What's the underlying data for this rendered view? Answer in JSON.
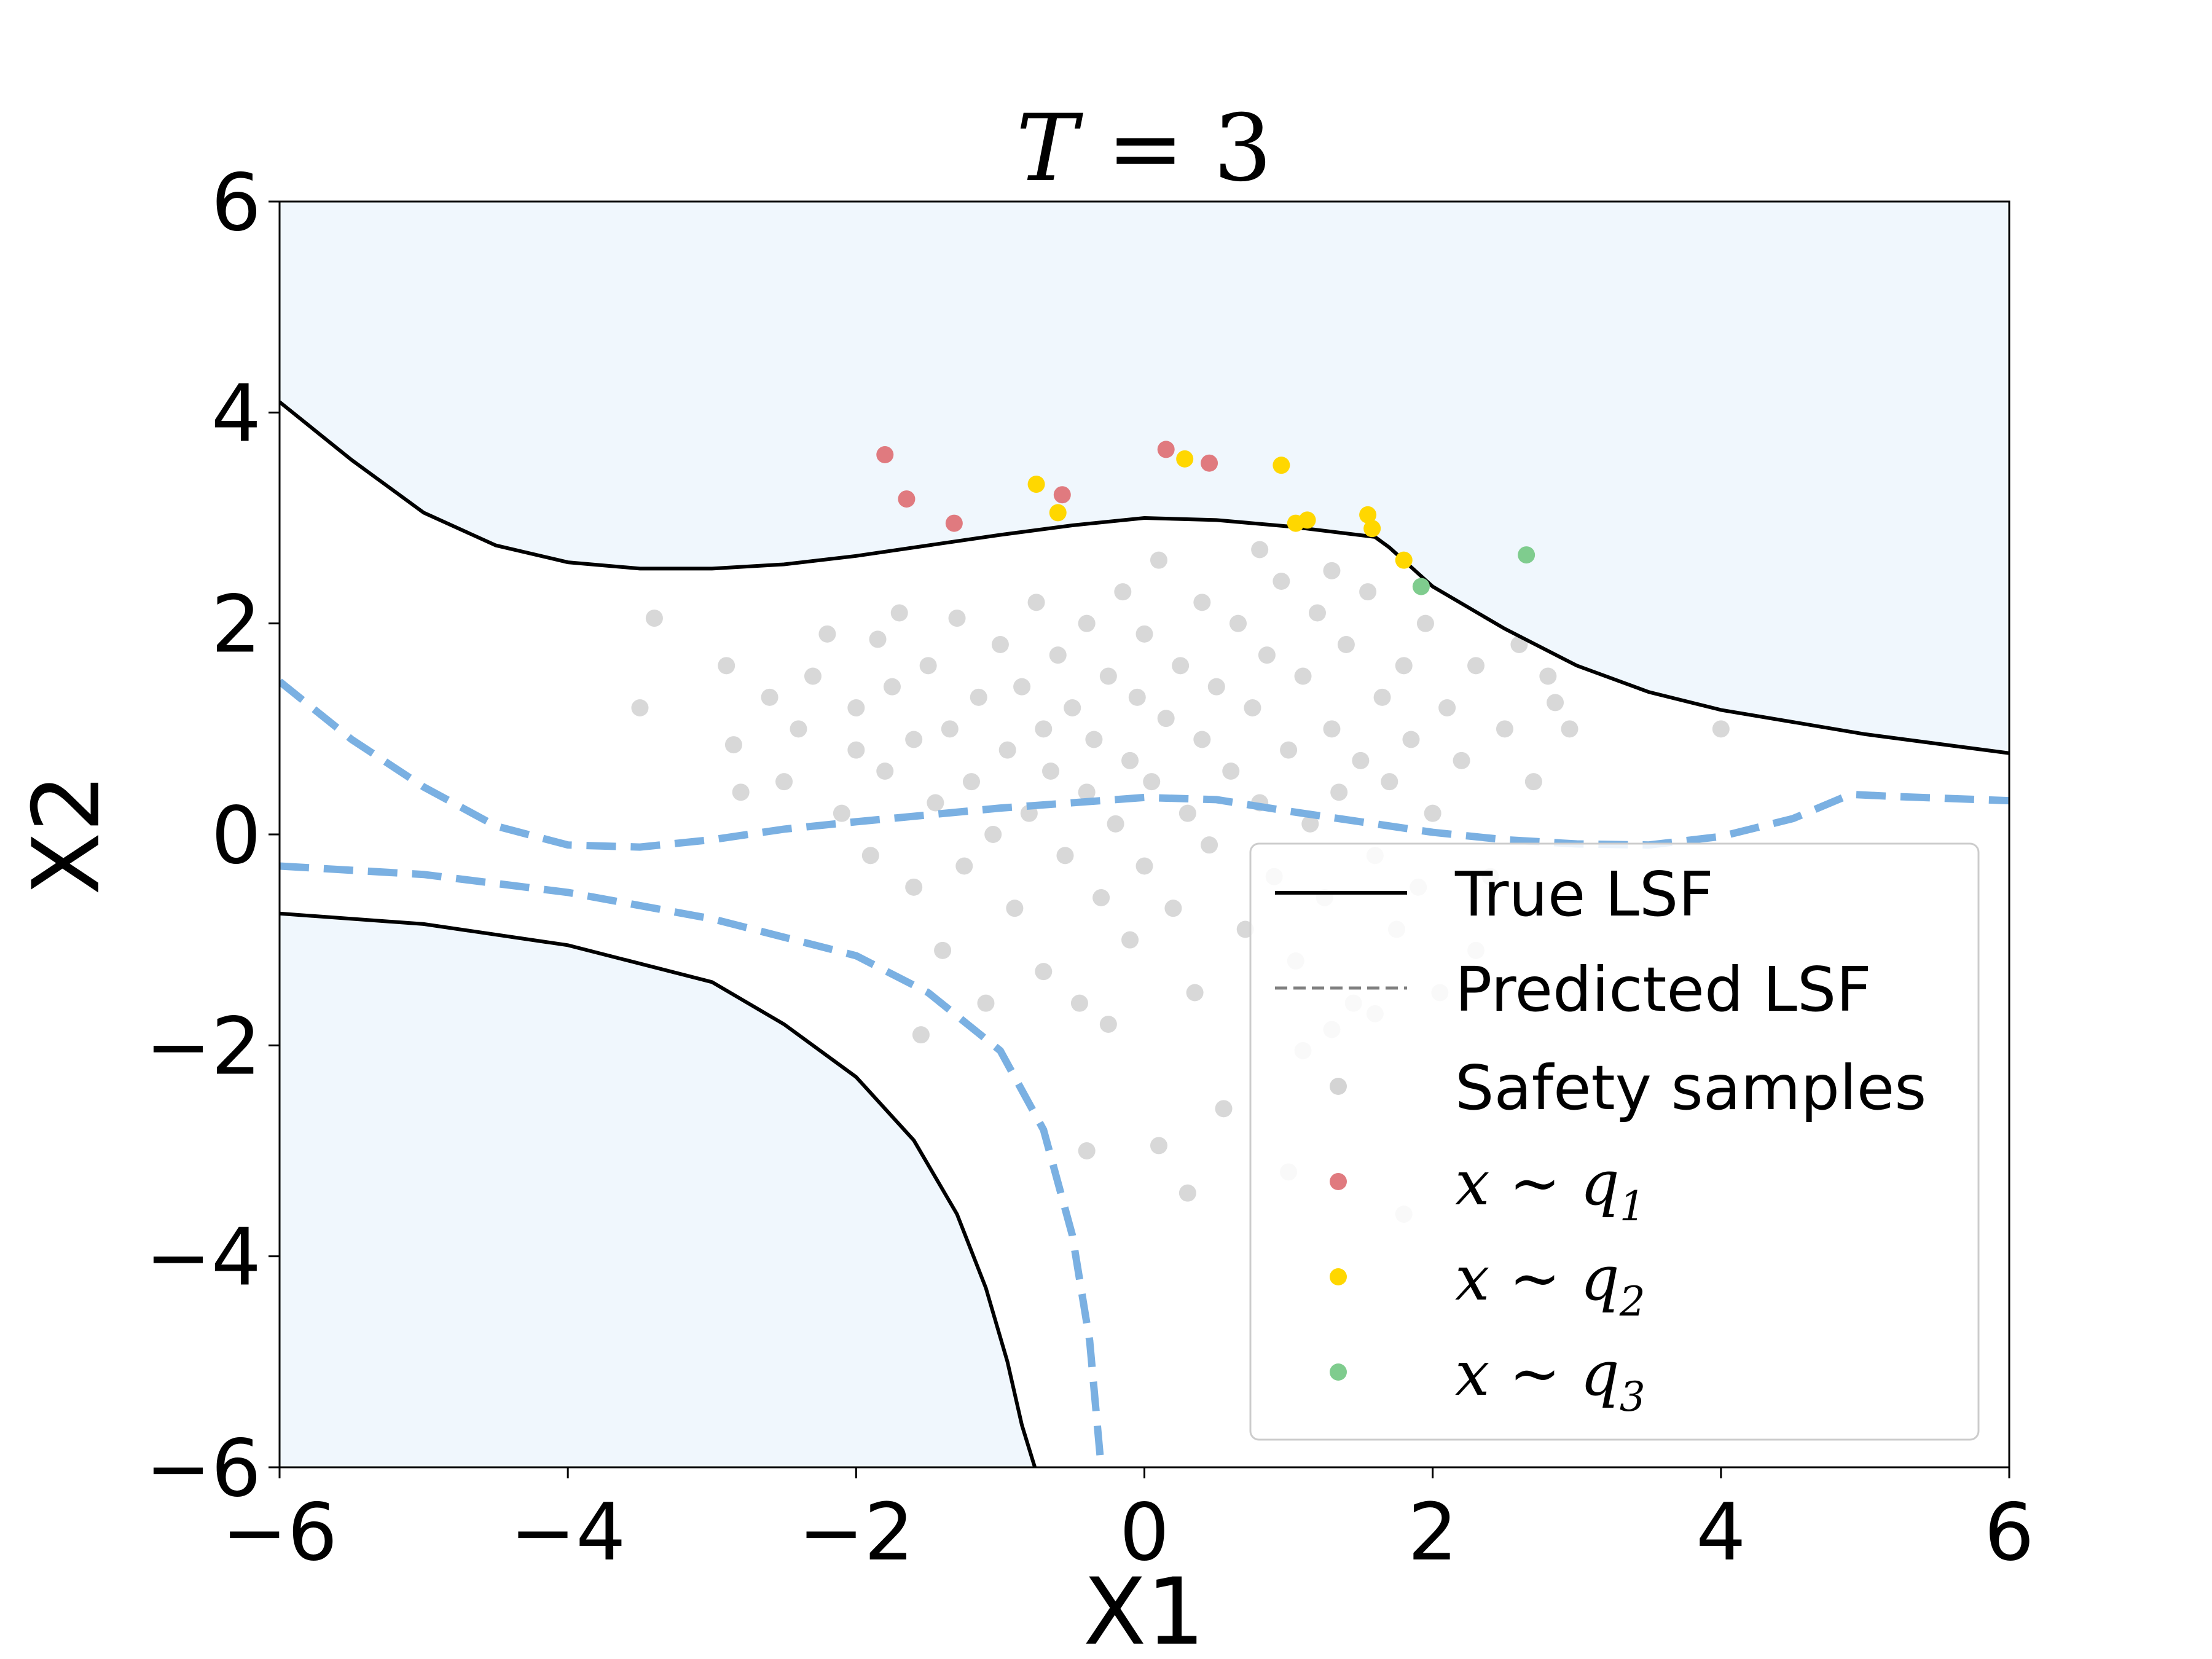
{
  "chart_data": {
    "type": "scatter",
    "title": "T = 3",
    "xlabel": "X1",
    "ylabel": "X2",
    "xlim": [
      -6,
      6
    ],
    "ylim": [
      -6,
      6
    ],
    "xticks": [
      -6,
      -4,
      -2,
      0,
      2,
      4,
      6
    ],
    "yticks": [
      -6,
      -4,
      -2,
      0,
      2,
      4,
      6
    ],
    "xtick_labels": [
      "−6",
      "−4",
      "−2",
      "0",
      "2",
      "4",
      "6"
    ],
    "ytick_labels": [
      "−6",
      "−4",
      "−2",
      "0",
      "2",
      "4",
      "6"
    ],
    "grid": false,
    "legend_position": "lower-right",
    "failure_region_color": "#f0f7fd",
    "series": [
      {
        "name": "True LSF",
        "kind": "line",
        "style": "solid",
        "color": "#000000",
        "segments": [
          [
            [
              -6.0,
              4.1
            ],
            [
              -5.5,
              3.55
            ],
            [
              -5.0,
              3.05
            ],
            [
              -4.5,
              2.74
            ],
            [
              -4.0,
              2.58
            ],
            [
              -3.5,
              2.52
            ],
            [
              -3.0,
              2.52
            ],
            [
              -2.5,
              2.56
            ],
            [
              -2.0,
              2.64
            ],
            [
              -1.5,
              2.74
            ],
            [
              -1.0,
              2.84
            ],
            [
              -0.5,
              2.93
            ],
            [
              0.0,
              3.0
            ],
            [
              0.5,
              2.98
            ],
            [
              1.0,
              2.92
            ],
            [
              1.6,
              2.82
            ],
            [
              1.7,
              2.72
            ],
            [
              2.0,
              2.35
            ],
            [
              2.5,
              1.95
            ],
            [
              3.0,
              1.6
            ],
            [
              3.5,
              1.35
            ],
            [
              4.0,
              1.18
            ],
            [
              5.0,
              0.95
            ],
            [
              6.0,
              0.77
            ]
          ],
          [
            [
              -6.0,
              -0.75
            ],
            [
              -5.0,
              -0.85
            ],
            [
              -4.0,
              -1.05
            ],
            [
              -3.0,
              -1.4
            ],
            [
              -2.5,
              -1.8
            ],
            [
              -2.0,
              -2.3
            ],
            [
              -1.6,
              -2.9
            ],
            [
              -1.3,
              -3.6
            ],
            [
              -1.1,
              -4.3
            ],
            [
              -0.95,
              -5.0
            ],
            [
              -0.85,
              -5.6
            ],
            [
              -0.76,
              -6.0
            ]
          ]
        ]
      },
      {
        "name": "Predicted LSF",
        "kind": "line",
        "style": "dashed",
        "color": "#7ab0e2",
        "legend_color": "#808080",
        "segments": [
          [
            [
              -6.0,
              1.45
            ],
            [
              -5.5,
              0.9
            ],
            [
              -5.0,
              0.45
            ],
            [
              -4.5,
              0.08
            ],
            [
              -4.0,
              -0.1
            ],
            [
              -3.5,
              -0.12
            ],
            [
              -3.0,
              -0.05
            ],
            [
              -2.5,
              0.05
            ],
            [
              -2.0,
              0.12
            ],
            [
              -1.0,
              0.25
            ],
            [
              0.0,
              0.35
            ],
            [
              0.5,
              0.33
            ],
            [
              1.0,
              0.22
            ],
            [
              1.5,
              0.12
            ],
            [
              2.0,
              0.02
            ],
            [
              2.5,
              -0.05
            ],
            [
              3.0,
              -0.09
            ],
            [
              3.5,
              -0.1
            ],
            [
              4.0,
              -0.02
            ],
            [
              4.5,
              0.15
            ],
            [
              4.9,
              0.38
            ],
            [
              5.2,
              0.36
            ],
            [
              6.0,
              0.32
            ]
          ],
          [
            [
              -6.0,
              -0.3
            ],
            [
              -5.0,
              -0.38
            ],
            [
              -4.0,
              -0.55
            ],
            [
              -3.0,
              -0.8
            ],
            [
              -2.0,
              -1.15
            ],
            [
              -1.5,
              -1.5
            ],
            [
              -1.0,
              -2.05
            ],
            [
              -0.7,
              -2.8
            ],
            [
              -0.5,
              -3.8
            ],
            [
              -0.38,
              -4.8
            ],
            [
              -0.3,
              -6.0
            ]
          ]
        ]
      },
      {
        "name": "Safety samples",
        "kind": "scatter",
        "color": "#a9a9a9",
        "points": [
          [
            -3.4,
            2.05
          ],
          [
            -3.5,
            1.2
          ],
          [
            -2.9,
            1.6
          ],
          [
            -2.85,
            0.85
          ],
          [
            -2.8,
            0.4
          ],
          [
            -2.6,
            1.3
          ],
          [
            -2.5,
            0.5
          ],
          [
            -2.4,
            1.0
          ],
          [
            -2.3,
            1.5
          ],
          [
            -2.2,
            1.9
          ],
          [
            -2.1,
            0.2
          ],
          [
            -2.0,
            0.8
          ],
          [
            -2.0,
            1.2
          ],
          [
            -1.9,
            -0.2
          ],
          [
            -1.85,
            1.85
          ],
          [
            -1.8,
            0.6
          ],
          [
            -1.75,
            1.4
          ],
          [
            -1.7,
            2.1
          ],
          [
            -1.6,
            -0.5
          ],
          [
            -1.6,
            0.9
          ],
          [
            -1.55,
            -1.9
          ],
          [
            -1.5,
            1.6
          ],
          [
            -1.45,
            0.3
          ],
          [
            -1.4,
            -1.1
          ],
          [
            -1.35,
            1.0
          ],
          [
            -1.3,
            2.05
          ],
          [
            -1.25,
            -0.3
          ],
          [
            -1.2,
            0.5
          ],
          [
            -1.15,
            1.3
          ],
          [
            -1.1,
            -1.6
          ],
          [
            -1.05,
            0.0
          ],
          [
            -1.0,
            1.8
          ],
          [
            -0.95,
            0.8
          ],
          [
            -0.9,
            -0.7
          ],
          [
            -0.85,
            1.4
          ],
          [
            -0.8,
            0.2
          ],
          [
            -0.75,
            2.2
          ],
          [
            -0.7,
            -1.3
          ],
          [
            -0.7,
            1.0
          ],
          [
            -0.65,
            0.6
          ],
          [
            -0.6,
            1.7
          ],
          [
            -0.55,
            -0.2
          ],
          [
            -0.5,
            1.2
          ],
          [
            -0.45,
            -1.6
          ],
          [
            -0.4,
            0.4
          ],
          [
            -0.4,
            2.0
          ],
          [
            -0.35,
            0.9
          ],
          [
            -0.3,
            -0.6
          ],
          [
            -0.25,
            1.5
          ],
          [
            -0.2,
            0.1
          ],
          [
            -0.15,
            2.3
          ],
          [
            -0.1,
            -1.0
          ],
          [
            -0.1,
            0.7
          ],
          [
            -0.05,
            1.3
          ],
          [
            0.0,
            -0.3
          ],
          [
            0.0,
            1.9
          ],
          [
            0.05,
            0.5
          ],
          [
            0.1,
            -2.95
          ],
          [
            0.1,
            2.6
          ],
          [
            0.15,
            1.1
          ],
          [
            0.2,
            -0.7
          ],
          [
            0.25,
            1.6
          ],
          [
            0.3,
            0.2
          ],
          [
            0.35,
            -1.5
          ],
          [
            0.4,
            2.2
          ],
          [
            0.4,
            0.9
          ],
          [
            0.45,
            -0.1
          ],
          [
            0.5,
            1.4
          ],
          [
            0.55,
            -2.6
          ],
          [
            0.6,
            0.6
          ],
          [
            0.65,
            2.0
          ],
          [
            0.7,
            -0.9
          ],
          [
            0.75,
            1.2
          ],
          [
            0.8,
            0.3
          ],
          [
            0.85,
            1.7
          ],
          [
            0.9,
            -0.4
          ],
          [
            0.95,
            2.4
          ],
          [
            1.0,
            0.8
          ],
          [
            1.05,
            -1.2
          ],
          [
            1.1,
            1.5
          ],
          [
            1.15,
            0.1
          ],
          [
            1.2,
            2.1
          ],
          [
            1.25,
            -0.6
          ],
          [
            1.3,
            1.0
          ],
          [
            1.35,
            0.4
          ],
          [
            1.4,
            1.8
          ],
          [
            1.45,
            -1.6
          ],
          [
            1.5,
            0.7
          ],
          [
            1.55,
            2.3
          ],
          [
            1.6,
            -0.2
          ],
          [
            1.65,
            1.3
          ],
          [
            1.7,
            0.5
          ],
          [
            1.75,
            -0.9
          ],
          [
            1.8,
            1.6
          ],
          [
            1.85,
            0.9
          ],
          [
            1.9,
            -0.5
          ],
          [
            1.95,
            2.0
          ],
          [
            2.0,
            0.2
          ],
          [
            2.05,
            -1.5
          ],
          [
            2.1,
            1.2
          ],
          [
            2.2,
            0.7
          ],
          [
            2.3,
            1.6
          ],
          [
            2.4,
            -0.4
          ],
          [
            2.5,
            1.0
          ],
          [
            2.6,
            1.8
          ],
          [
            2.7,
            0.5
          ],
          [
            2.8,
            1.5
          ],
          [
            2.85,
            1.25
          ],
          [
            2.95,
            1.0
          ],
          [
            1.0,
            -3.2
          ],
          [
            1.1,
            -2.05
          ],
          [
            1.3,
            -1.85
          ],
          [
            1.6,
            -1.7
          ],
          [
            1.8,
            -3.6
          ],
          [
            2.3,
            -1.1
          ],
          [
            4.0,
            1.0
          ],
          [
            0.3,
            -3.4
          ],
          [
            -0.4,
            -3.0
          ],
          [
            -0.25,
            -1.8
          ],
          [
            0.8,
            2.7
          ],
          [
            1.3,
            2.5
          ]
        ]
      },
      {
        "name": "x ~ q1",
        "kind": "scatter",
        "color": "#e07a7f",
        "points": [
          [
            -1.8,
            3.6
          ],
          [
            -1.65,
            3.18
          ],
          [
            -1.32,
            2.95
          ],
          [
            -0.57,
            3.22
          ],
          [
            0.15,
            3.65
          ],
          [
            0.45,
            3.52
          ]
        ]
      },
      {
        "name": "x ~ q2",
        "kind": "scatter",
        "color": "#ffd700",
        "points": [
          [
            -0.75,
            3.32
          ],
          [
            -0.6,
            3.05
          ],
          [
            0.28,
            3.56
          ],
          [
            0.95,
            3.5
          ],
          [
            1.05,
            2.95
          ],
          [
            1.13,
            2.98
          ],
          [
            1.55,
            3.03
          ],
          [
            1.58,
            2.9
          ],
          [
            1.8,
            2.6
          ]
        ]
      },
      {
        "name": "x ~ q3",
        "kind": "scatter",
        "color": "#7fcc8e",
        "points": [
          [
            2.65,
            2.65
          ],
          [
            1.92,
            2.35
          ]
        ]
      }
    ]
  }
}
